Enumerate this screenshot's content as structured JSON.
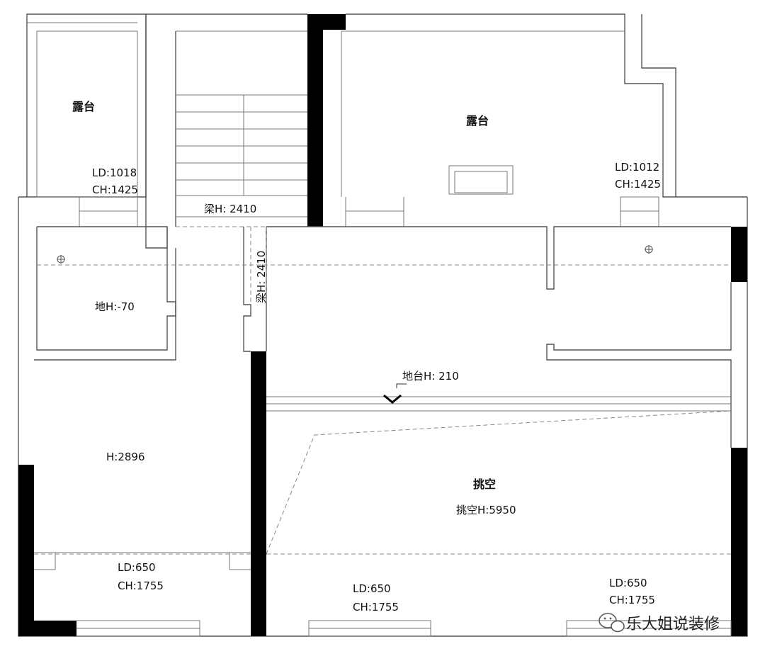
{
  "labels": {
    "terrace_left": "露台",
    "terrace_left_ld": "LD:1018",
    "terrace_left_ch": "CH:1425",
    "terrace_right": "露台",
    "terrace_right_ld": "LD:1012",
    "terrace_right_ch": "CH:1425",
    "beam_top": "梁H: 2410",
    "beam_vertical": "梁H: 2410",
    "floor_level": "地H:-70",
    "platform": "地台H: 210",
    "room_height": "H:2896",
    "void": "挑空",
    "void_height": "挑空H:5950",
    "window_left_ld": "LD:650",
    "window_left_ch": "CH:1755",
    "window_mid_ld": "LD:650",
    "window_mid_ch": "CH:1755",
    "window_right_ld": "LD:650",
    "window_right_ch": "CH:1755"
  },
  "watermark": {
    "icon": "wechat-icon",
    "text": "乐大姐说装修"
  }
}
